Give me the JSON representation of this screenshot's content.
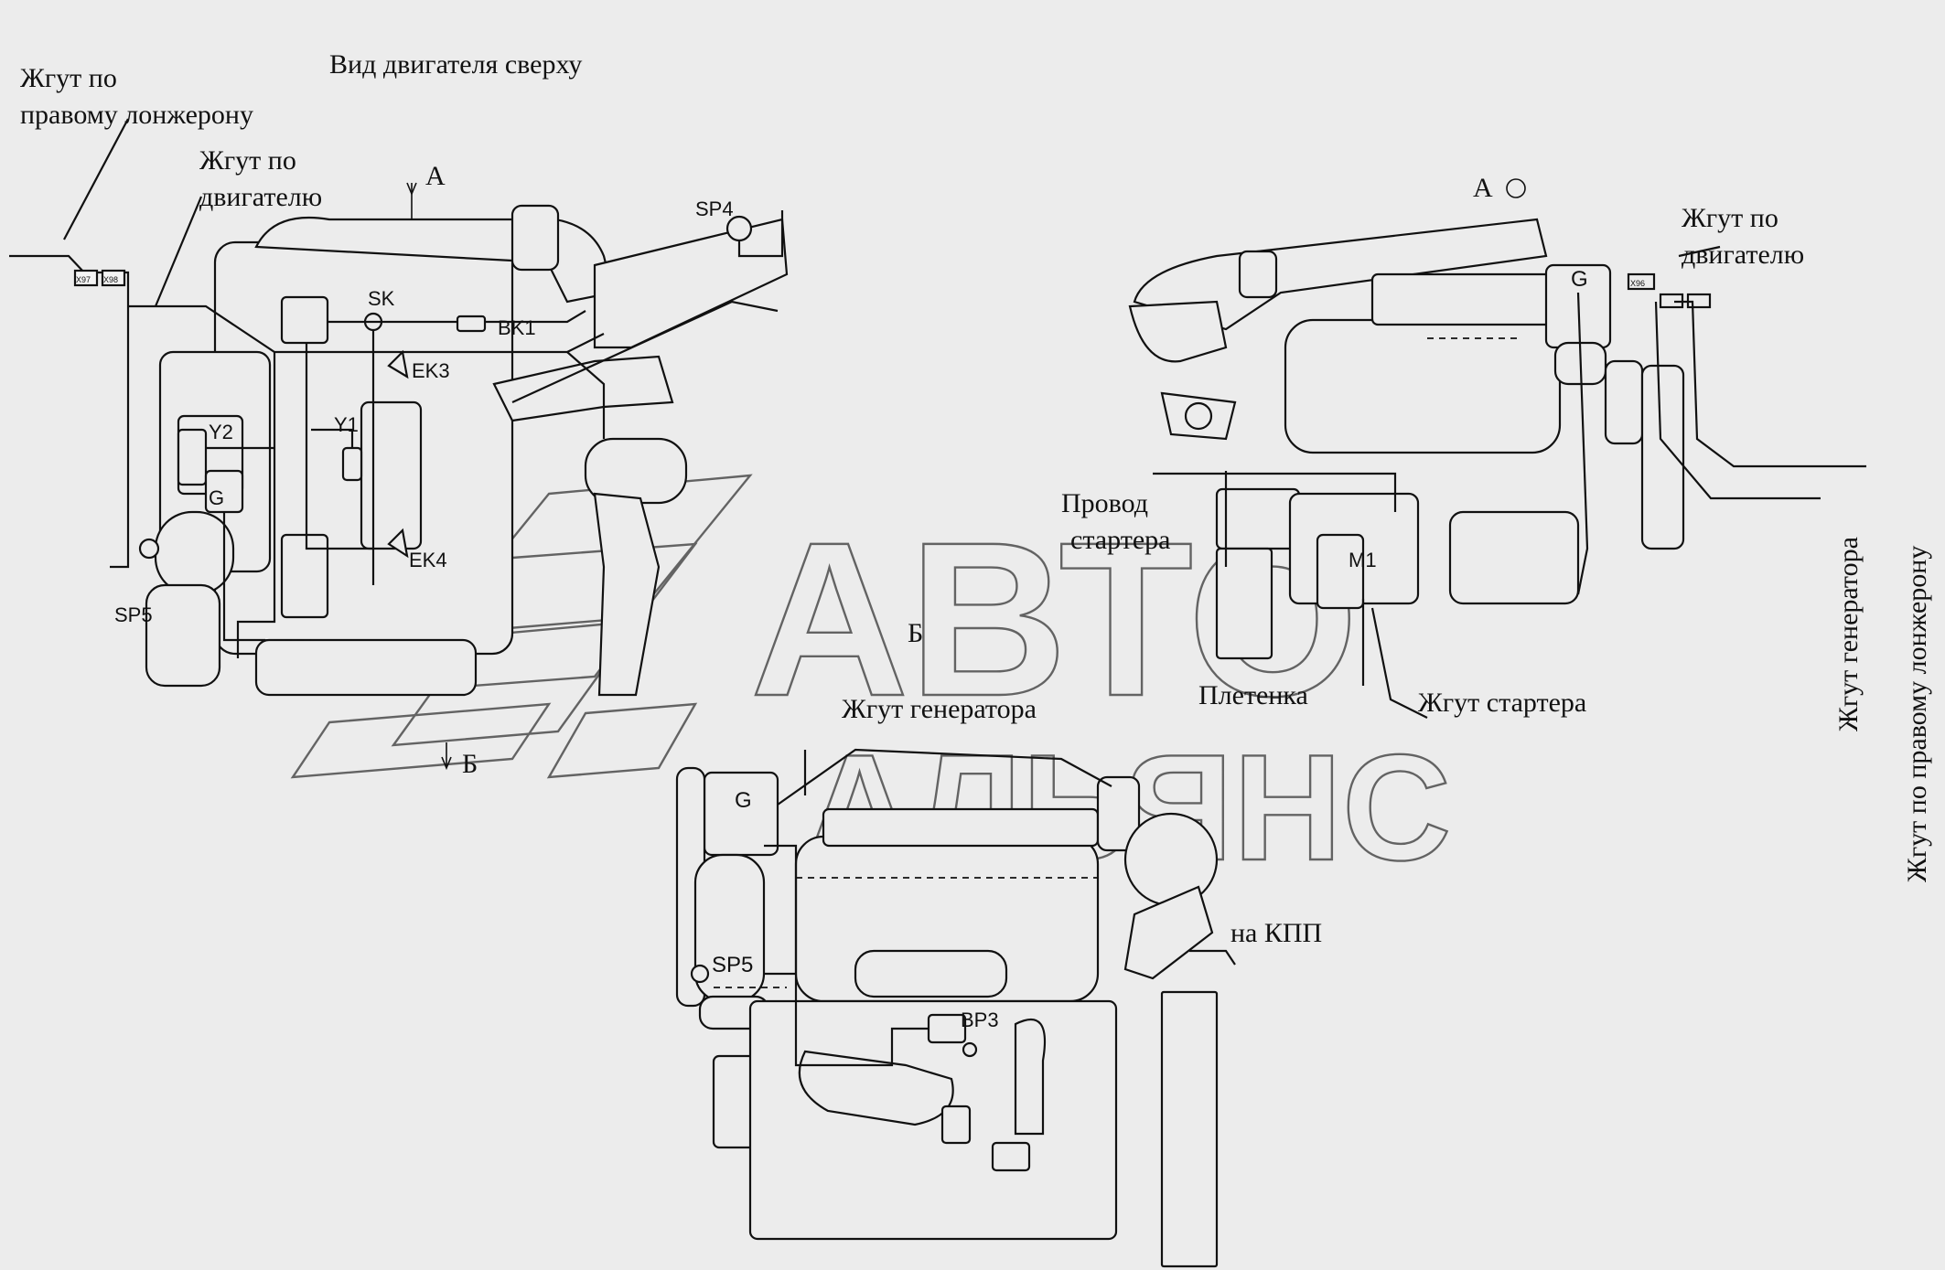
{
  "labels": {
    "top_view_title": "Вид двигателя сверху",
    "harness_right_spar_l1": "Жгут по",
    "harness_right_spar_l2": "правому лонжерону",
    "harness_engine_l1": "Жгут по",
    "harness_engine_l2": "двигателю",
    "view_a_arrow": "А",
    "view_a": "А",
    "view_b_center": "Б",
    "view_b_arrow": "Б",
    "sp4": "SP4",
    "sk": "SK",
    "bk1": "BK1",
    "ek3": "EK3",
    "ek4": "EK4",
    "y1": "Y1",
    "y2": "Y2",
    "g_top": "G",
    "sp5_top": "SP5",
    "g_right": "G",
    "harness_engine_right_l1": "Жгут по",
    "harness_engine_right_l2": "двигателю",
    "starter_wire_l1": "Провод",
    "starter_wire_l2": "стартера",
    "m1": "M1",
    "braid": "Плетенка",
    "starter_harness": "Жгут стартера",
    "generator_harness_vertical": "Жгут генератора",
    "right_spar_harness_vertical": "Жгут по правому лонжерону",
    "generator_harness_bottom": "Жгут генератора",
    "g_bottom": "G",
    "sp5_bottom": "SP5",
    "bp3": "BP3",
    "to_gearbox": "на КПП"
  },
  "connectors": {
    "x97": "X97",
    "x98": "X98",
    "x96": "X96"
  },
  "watermark": {
    "line1": "АВТО",
    "line2": "АЛЬЯНС"
  },
  "colors": {
    "background": "#ececec",
    "line": "#111111",
    "watermark": "#555555"
  }
}
